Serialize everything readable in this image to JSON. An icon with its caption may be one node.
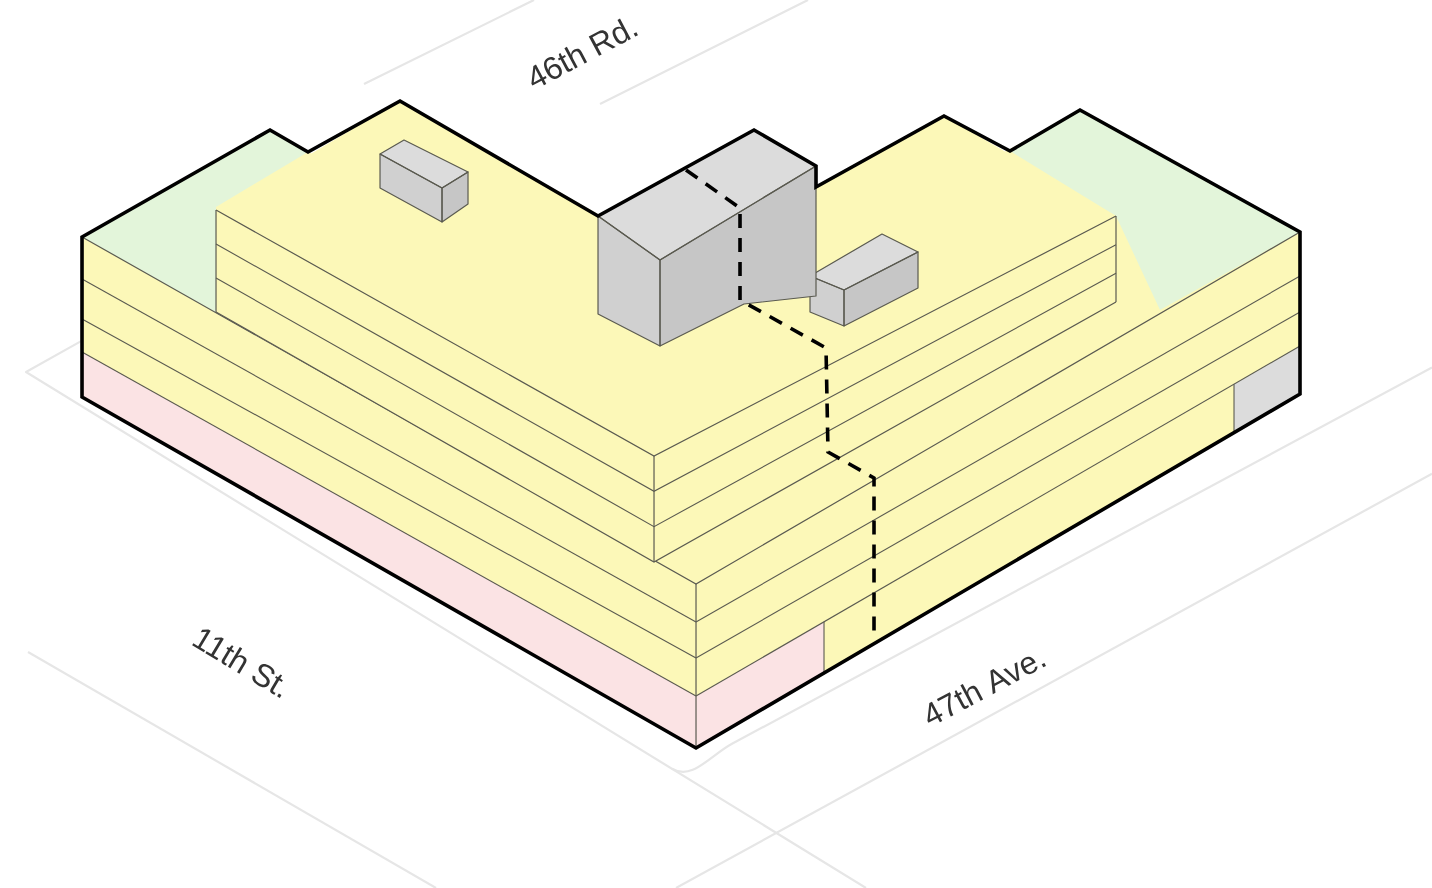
{
  "diagram": {
    "labels": [
      "46th Rd.",
      "11th St.",
      "47th Ave."
    ]
  }
}
